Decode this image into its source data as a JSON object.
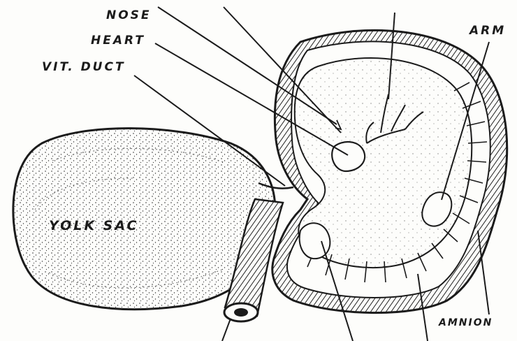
{
  "labels": {
    "nose": "NOSE",
    "heart": "HEART",
    "vit_duct": "VIT. DUCT",
    "arm": "ARM",
    "yolk_sac": "YOLK SAC",
    "amnion": "AMNION"
  },
  "colors": {
    "ink": "#1b1b1b",
    "paper": "#fdfdfb"
  }
}
